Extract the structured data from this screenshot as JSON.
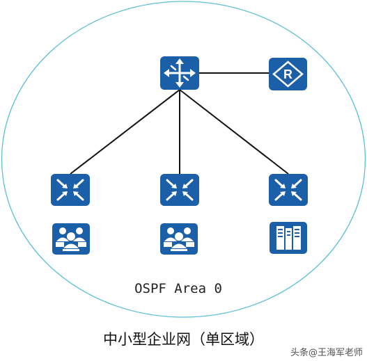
{
  "diagram": {
    "area_label": "OSPF Area 0",
    "caption": "中小型企业网（单区域）",
    "watermark": "头条@王海军老师",
    "colors": {
      "icon_fill": "#1b5fa8",
      "boundary": "#5bbfd6",
      "link": "#111111"
    },
    "nodes": [
      {
        "id": "core-switch",
        "icon": "core-switch-icon"
      },
      {
        "id": "router",
        "icon": "router-icon"
      },
      {
        "id": "access-switch-1",
        "icon": "switch-icon"
      },
      {
        "id": "access-switch-2",
        "icon": "switch-icon"
      },
      {
        "id": "access-switch-3",
        "icon": "switch-icon"
      },
      {
        "id": "users-1",
        "icon": "user-group-icon"
      },
      {
        "id": "users-2",
        "icon": "user-group-icon"
      },
      {
        "id": "server",
        "icon": "server-icon"
      }
    ],
    "links": [
      [
        "core-switch",
        "router"
      ],
      [
        "core-switch",
        "access-switch-1"
      ],
      [
        "core-switch",
        "access-switch-2"
      ],
      [
        "core-switch",
        "access-switch-3"
      ]
    ]
  }
}
